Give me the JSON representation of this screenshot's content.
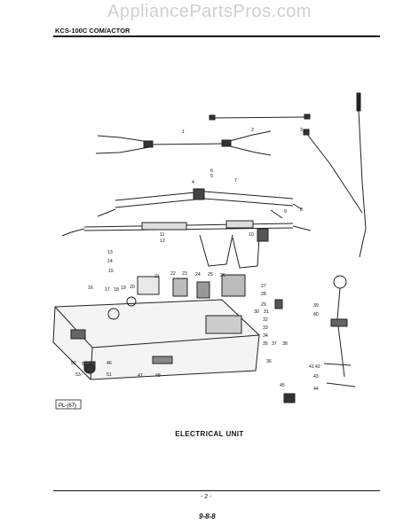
{
  "watermark": "AppliancePartsPros.com",
  "header": {
    "model_code": "KCS-100C COM/ACTOR"
  },
  "plate_code": "PL-(67)",
  "caption": "ELECTRICAL UNIT",
  "footer": {
    "page": "- 2 -",
    "code": "9-8-8"
  },
  "callouts": [
    "1",
    "2",
    "3",
    "4",
    "5",
    "6",
    "7",
    "8",
    "9",
    "10",
    "11",
    "12",
    "13",
    "14",
    "15",
    "16",
    "17",
    "18",
    "19",
    "20",
    "21",
    "22",
    "23",
    "24",
    "25",
    "26",
    "27",
    "28",
    "29",
    "30",
    "31",
    "32",
    "33",
    "34",
    "35",
    "36",
    "37",
    "38",
    "39",
    "40",
    "41",
    "42",
    "43",
    "44",
    "45",
    "46",
    "47",
    "48",
    "49",
    "50",
    "51",
    "52",
    "53"
  ]
}
